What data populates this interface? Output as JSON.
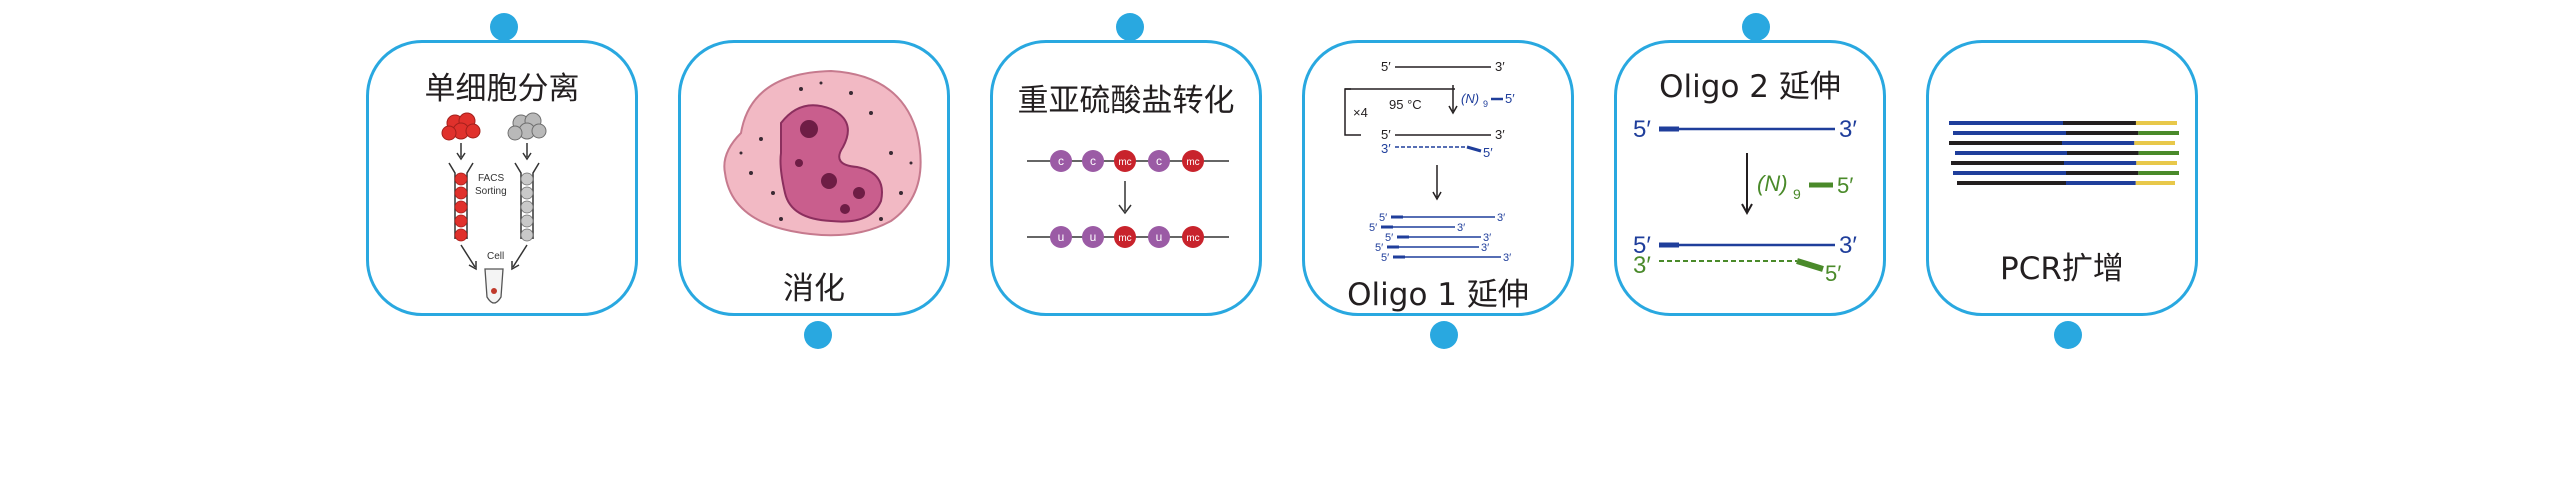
{
  "colors": {
    "card_border": "#29a8e0",
    "connector_dot": "#29a8e0",
    "dna_blue": "#1f3e9b",
    "primer_green": "#4a8a2a",
    "cell_red": "#e0312c",
    "methyl_purple": "#9b5ba5"
  },
  "steps": [
    {
      "title": "单细胞分离",
      "facs_label_1": "FACS",
      "facs_label_2": "Sorting",
      "cell_label": "Cell",
      "icons": [
        "red-cell-cluster",
        "gray-cell-cluster",
        "sorting-tube",
        "microtube"
      ]
    },
    {
      "title": "消化",
      "icons": [
        "cell-illustration"
      ]
    },
    {
      "title": "重亚硫酸盐转化",
      "before_bases": [
        "c",
        "c",
        "mc",
        "c",
        "mc"
      ],
      "after_bases": [
        "u",
        "u",
        "mc",
        "u",
        "mc"
      ]
    },
    {
      "title": "Oligo 1 延伸",
      "top_5": "5′",
      "top_3": "3′",
      "loop_label": "×4",
      "temp_label": "95 °C",
      "random_n": "(N)",
      "random_sub": "9",
      "primer_5": "5′",
      "strand_5": "5′",
      "strand_3": "3′",
      "lower_3": "3′",
      "lower_5": "5′",
      "product_3": "3′",
      "product_5": "5′"
    },
    {
      "title": "Oligo 2 延伸",
      "top_5": "5′",
      "top_3": "3′",
      "random_n": "(N)",
      "random_sub": "9",
      "primer_5": "5′",
      "bottom_5": "5′",
      "bottom_3": "3′",
      "green_3": "3′",
      "green_5": "5′"
    },
    {
      "title": "PCR扩增"
    }
  ]
}
